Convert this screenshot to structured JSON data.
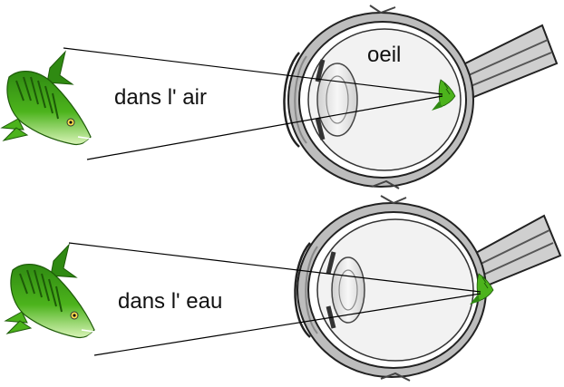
{
  "labels": {
    "eye": "oeil",
    "air": "dans l' air",
    "water": "dans l' eau"
  },
  "colors": {
    "fish_dark": "#2f8a12",
    "fish_mid": "#4cb31c",
    "fish_light": "#9be05a",
    "fish_belly": "#d9f4b8",
    "eye_outline": "#222222",
    "sclera_gray": "#bdbdbd",
    "lens_gray": "#e6e6e6",
    "ray_color": "#000000"
  }
}
